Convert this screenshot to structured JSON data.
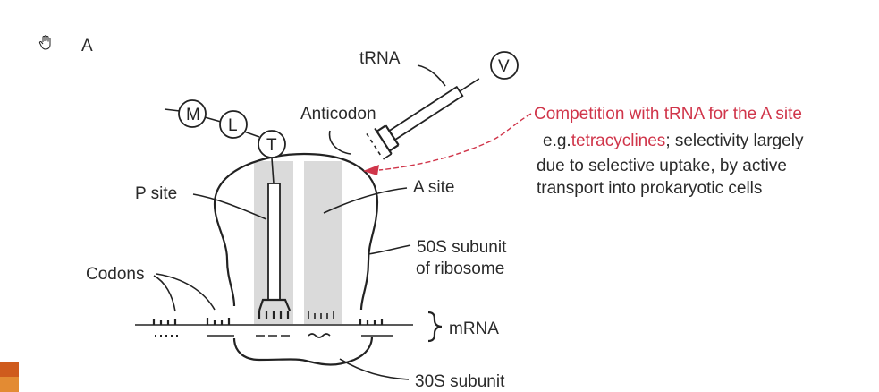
{
  "panel_letter": "A",
  "labels": {
    "trna": "tRNA",
    "anticodon": "Anticodon",
    "p_site": "P site",
    "a_site": "A site",
    "codons": "Codons",
    "subunit_50s_line1": "50S subunit",
    "subunit_50s_line2": "of ribosome",
    "mrna": "mRNA",
    "subunit_30s": "30S subunit"
  },
  "amino_acids": {
    "chain": [
      "M",
      "L",
      "T"
    ],
    "incoming": "V"
  },
  "annotation": {
    "heading": "Competition with tRNA for the A site",
    "eg_prefix": "e.g.",
    "drug": "tetracyclines",
    "line1_rest": "; selectivity largely",
    "line2": "due to selective uptake, by active",
    "line3": "transport into prokaryotic cells"
  },
  "icons": [
    "hand-pointer-icon"
  ],
  "colors": {
    "accent_red": "#d0354a",
    "site_shading": "#dadada",
    "ink": "#222222",
    "corner_dark": "#cf5b1d",
    "corner_light": "#e38b33"
  }
}
